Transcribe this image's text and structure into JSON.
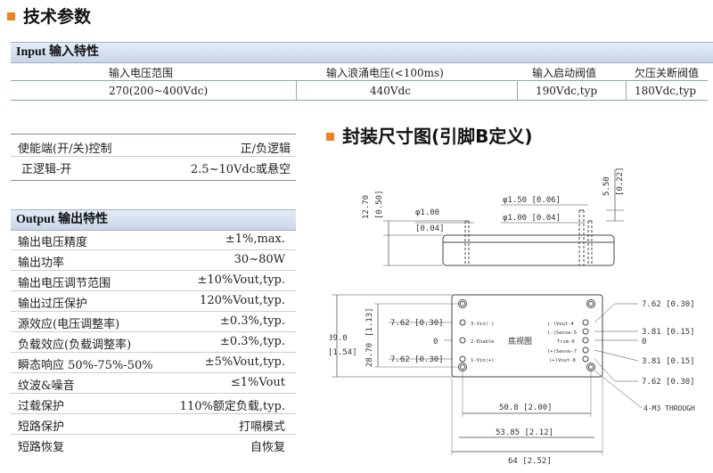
{
  "section_tech": {
    "title": "技术参数"
  },
  "input": {
    "header": "Input 输入特性",
    "columns": [
      "输入电压范围",
      "输入浪涌电压(<100ms)",
      "输入启动阀值",
      "欠压关断阀值"
    ],
    "values": [
      "270(200~400Vdc)",
      "440Vdc",
      "190Vdc,typ",
      "180Vdc,typ"
    ]
  },
  "control": {
    "rows": [
      {
        "label": "使能端(开/关)控制",
        "value": "正/负逻辑"
      },
      {
        "label": "正逻辑-开",
        "value": "2.5~10Vdc或悬空"
      }
    ]
  },
  "output": {
    "header": "Output 输出特性",
    "rows": [
      {
        "label": "输出电压精度",
        "value": "±1%,max."
      },
      {
        "label": "输出功率",
        "value": "30~80W"
      },
      {
        "label": "输出电压调节范围",
        "value": "±10%Vout,typ."
      },
      {
        "label": "输出过压保护",
        "value": "120%Vout,typ."
      },
      {
        "label": "源效应(电压调整率)",
        "value": "±0.3%,typ."
      },
      {
        "label": "负载效应(负载调整率)",
        "value": "±0.3%,typ."
      },
      {
        "label": "瞬态响应 50%-75%-50%",
        "value": "±5%Vout,typ."
      },
      {
        "label": "纹波&噪音",
        "value": "≤1%Vout"
      },
      {
        "label": "过载保护",
        "value": "110%额定负载,typ."
      },
      {
        "label": "短路保护",
        "value": "打嗝模式"
      },
      {
        "label": "短路恢复",
        "value": "自恢复"
      }
    ]
  },
  "package": {
    "title": "封装尺寸图(引脚B定义)",
    "side_view": {
      "height_dim": "12.70",
      "height_dim_in": "[0.50]",
      "pin_left_dim": "φ1.00",
      "pin_left_dim_in": "[0.04]",
      "pin_right_outer": "φ1.50 [0.06]",
      "pin_right_inner": "φ1.00 [0.04]",
      "pin_len": "5.50",
      "pin_len_in": "[0.22]"
    },
    "bottom_view": {
      "label": "底视图",
      "left_pins": [
        "3-Vin(-)",
        "2-Enable",
        "1-Vin(+)"
      ],
      "right_pins": [
        "(-)Vout-4",
        "(-)Sense-5",
        "Trim-6",
        "(+)Sense-7",
        "(+)Vout-8"
      ],
      "left_dims": [
        "7.62 [0.30]",
        "0",
        "7.62 [0.30]"
      ],
      "right_dims": [
        "7.62 [0.30]",
        "3.81 [0.15]",
        "0",
        "3.81 [0.15]",
        "7.62 [0.30]"
      ],
      "height_outer": "39.0",
      "height_outer_in": "[1.54]",
      "height_inner": "28.70",
      "height_inner_in": "[1.13]",
      "width_1": "50.8 [2.00]",
      "width_2": "53.85 [2.12]",
      "width_3": "64 [2.52]",
      "mount": "4-M3 THROUGH"
    }
  }
}
